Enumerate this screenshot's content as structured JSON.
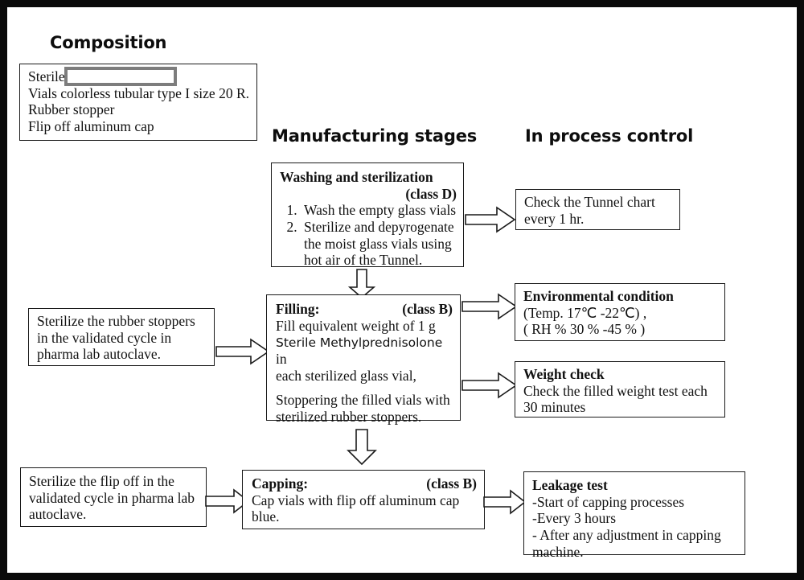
{
  "headings": {
    "composition": "Composition",
    "manufacturing": "Manufacturing stages",
    "ipc": "In process control"
  },
  "composition_box": {
    "line1": "Sterile",
    "line2": "Vials colorless tubular type I size 20 R.",
    "line3": "Rubber stopper",
    "line4": "Flip off aluminum cap",
    "redaction": "redacted-field"
  },
  "stages": {
    "washing": {
      "title": "Washing and sterilization",
      "class": "(class D)",
      "steps": [
        "Wash the empty glass vials",
        "Sterilize and depyrogenate the moist glass vials using hot air of the Tunnel."
      ]
    },
    "filling": {
      "title": "Filling:",
      "class": "(class B)",
      "line1": "Fill equivalent weight of 1 g",
      "drug": "Sterile Methylprednisolone",
      "line1b": "in",
      "line2": "each sterilized glass vial,",
      "line3": "Stoppering the filled vials with",
      "line4": "sterilized rubber stoppers."
    },
    "capping": {
      "title": "Capping:",
      "class": "(class B)",
      "line1": "Cap vials with flip off aluminum cap",
      "line2": "blue."
    }
  },
  "inputs": {
    "stoppers": {
      "line1": "Sterilize the rubber stoppers",
      "line2": "in the validated cycle in",
      "line3": "pharma lab autoclave."
    },
    "flipoff": {
      "line1": "Sterilize the flip off in the",
      "line2": "validated cycle in pharma lab",
      "line3": "autoclave."
    }
  },
  "controls": {
    "tunnel": {
      "line1": "Check the Tunnel chart",
      "line2": "every 1 hr."
    },
    "environment": {
      "title": "Environmental condition",
      "line1": "(Temp. 17℃ -22℃) ,",
      "line2": "( RH %  30 % -45 % )"
    },
    "weight": {
      "title": "Weight check",
      "line1": "Check the filled weight test each",
      "line2": "30 minutes"
    },
    "leakage": {
      "title": "Leakage test",
      "line1": "-Start of capping processes",
      "line2": "-Every 3 hours",
      "line3": "- After any adjustment in capping",
      "line4": "machine."
    }
  },
  "colors": {
    "ink": "#1a1a1a",
    "frame": "#0a0a0a",
    "redaction_border": "#7d7d7d",
    "page": "#ffffff"
  },
  "arrows": {
    "washing_to_tunnel": "arrow-right",
    "washing_to_filling": "arrow-down",
    "stoppers_to_filling": "arrow-right",
    "filling_to_environment": "arrow-right",
    "filling_to_weight": "arrow-right",
    "filling_to_capping": "arrow-down",
    "flipoff_to_capping": "arrow-right",
    "capping_to_leakage": "arrow-right"
  }
}
